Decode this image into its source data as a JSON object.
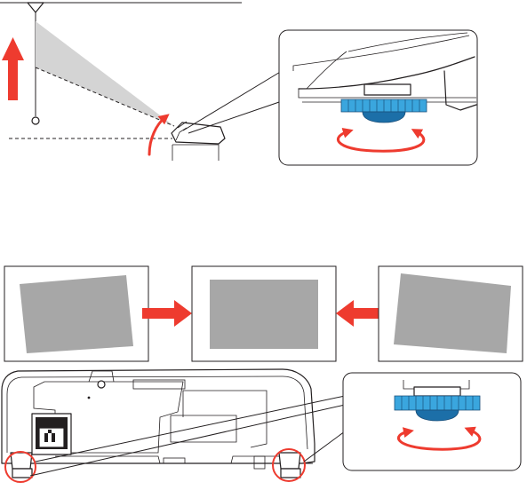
{
  "figure": {
    "description_icons": [
      "projector-side-icon",
      "adjustable-foot-icon",
      "rotate-arrow-icon",
      "projector-bottom-icon"
    ],
    "colors": {
      "accent_red": "#ee3b2f",
      "foot_blue": "#3aa6de",
      "foot_blue_dark": "#1c6fa8",
      "screen_grey": "#a7a7a7",
      "projection_beam": "#d4d4d4",
      "line": "#231f20"
    },
    "sequence": {
      "step_count": 3,
      "states": [
        "tilted-left",
        "level",
        "tilted-right"
      ]
    }
  }
}
